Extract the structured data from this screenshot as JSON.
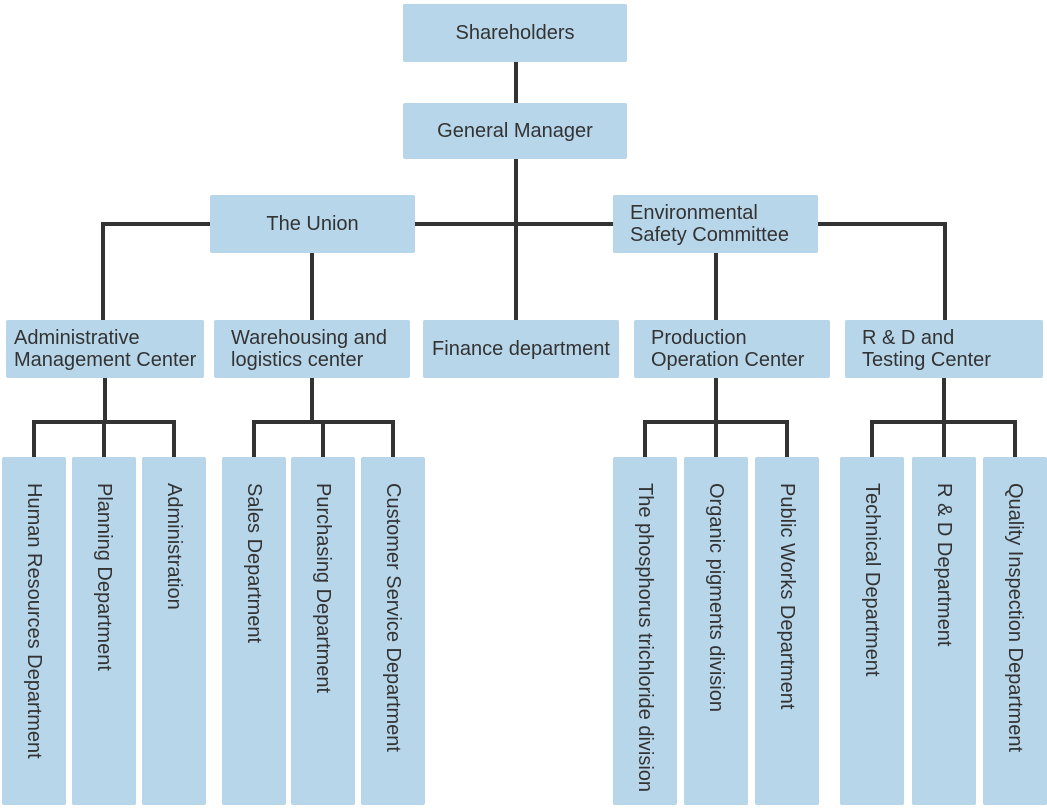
{
  "diagram": {
    "type": "org-chart",
    "background_color": "#ffffff",
    "node_fill_color": "#b7d6ea",
    "connector_color": "#333333",
    "text_color": "#333333"
  },
  "nodes": {
    "shareholders": {
      "label": "Shareholders"
    },
    "general_manager": {
      "label": "General Manager"
    },
    "the_union": {
      "label": "The Union"
    },
    "environmental_safety_committee": {
      "label": "Environmental\nSafety Committee"
    },
    "administrative_management_center": {
      "label": "Administrative\nManagement Center"
    },
    "warehousing_logistics_center": {
      "label": "Warehousing and\nlogistics center"
    },
    "finance_department": {
      "label": "Finance department"
    },
    "production_operation_center": {
      "label": "Production\nOperation Center"
    },
    "rd_testing_center": {
      "label": "R & D and\nTesting Center"
    },
    "human_resources_department": {
      "label": "Human Resources Department"
    },
    "planning_department": {
      "label": "Planning Department"
    },
    "administration": {
      "label": "Administration"
    },
    "sales_department": {
      "label": "Sales Department"
    },
    "purchasing_department": {
      "label": "Purchasing Department"
    },
    "customer_service_department": {
      "label": "Customer Service Department"
    },
    "phosphorus_trichloride_division": {
      "label": "The phosphorus trichloride division"
    },
    "organic_pigments_division": {
      "label": "Organic pigments division"
    },
    "public_works_department": {
      "label": "Public Works Department"
    },
    "technical_department": {
      "label": "Technical Department"
    },
    "rd_department": {
      "label": "R & D Department"
    },
    "quality_inspection_department": {
      "label": "Quality Inspection Department"
    }
  }
}
